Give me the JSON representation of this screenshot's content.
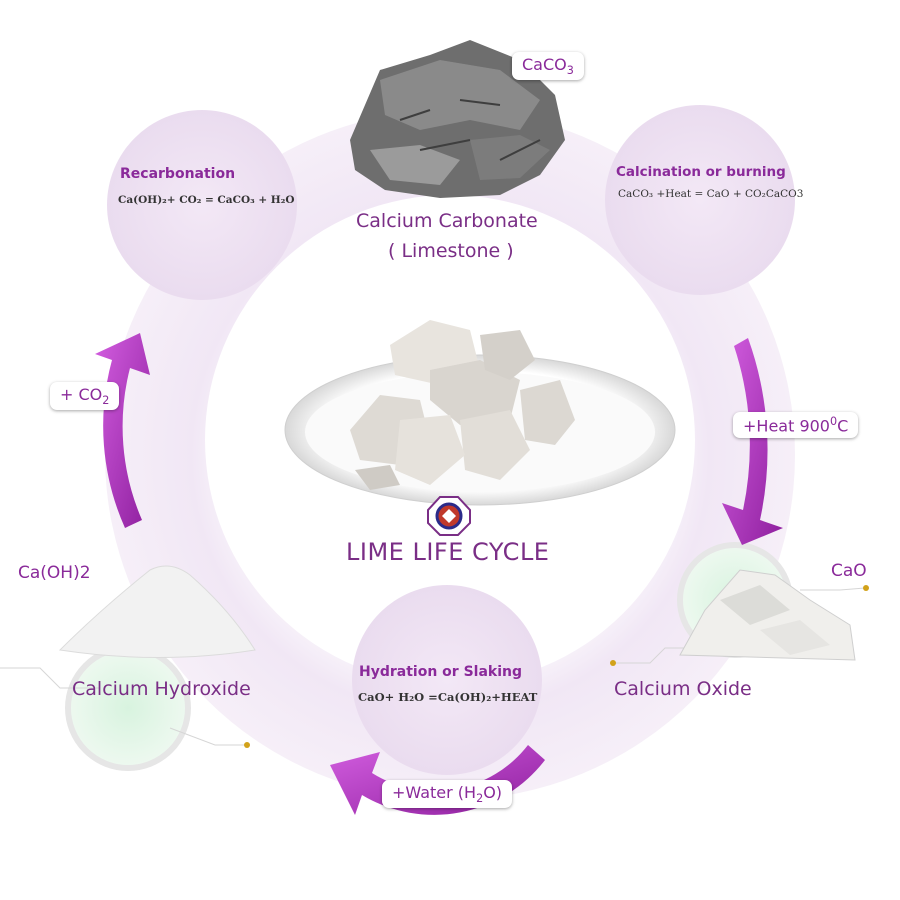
{
  "main_title": "LIME LIFE CYCLE",
  "colors": {
    "accent": "#7a2e86",
    "arrow": "#b03ac0",
    "circle_fill": "#efe3f3",
    "ring_fill": "#f3ecf6"
  },
  "calcium_carbonate": {
    "formula": "CaCO",
    "formula_sub": "3",
    "name_line1": "Calcium Carbonate",
    "name_line2": "( Limestone )"
  },
  "calcium_oxide": {
    "formula": "CaO",
    "name": "Calcium Oxide"
  },
  "calcium_hydroxide": {
    "formula": "Ca(OH)2",
    "name": "Calcium Hydroxide"
  },
  "processes": {
    "recarbonation": {
      "title": "Recarbonation",
      "equation": "Ca(OH)₂+ CO₂ = CaCO₃ + H₂O"
    },
    "calcination": {
      "title": "Calcination or burning",
      "equation": "CaCO₃ +Heat = CaO + CO₂CaCO3"
    },
    "hydration": {
      "title": "Hydration  or Slaking",
      "equation": "CaO+ H₂O =Ca(OH)₂+HEAT"
    }
  },
  "arrow_tags": {
    "co2": {
      "prefix": "+ CO",
      "sub": "2"
    },
    "heat": {
      "prefix": "+Heat 900",
      "sup": "0",
      "suffix": "C"
    },
    "water": {
      "prefix": "+Water (H",
      "sub": "2",
      "suffix": "O)"
    }
  }
}
